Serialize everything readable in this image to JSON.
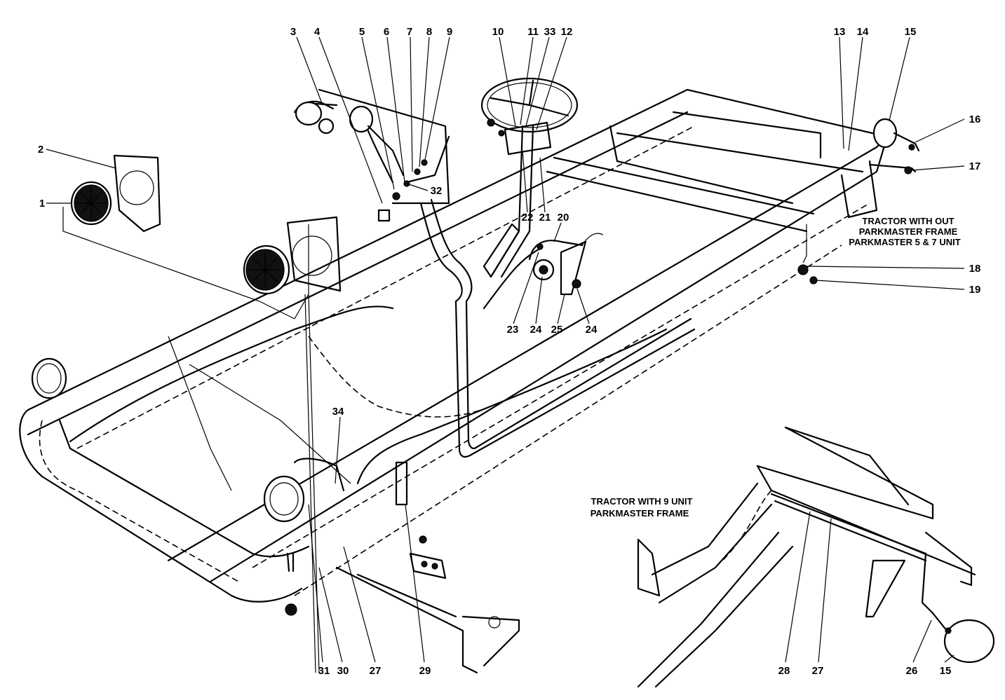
{
  "captions": {
    "without_parkmaster_line1": "TRACTOR WITH OUT",
    "without_parkmaster_line2": "PARKMASTER FRAME",
    "without_parkmaster_line3": "PARKMASTER 5 & 7 UNIT",
    "with_9_unit_line1": "TRACTOR WITH 9 UNIT",
    "with_9_unit_line2": "PARKMASTER FRAME"
  },
  "callouts": [
    {
      "label": "1"
    },
    {
      "label": "2"
    },
    {
      "label": "3"
    },
    {
      "label": "4"
    },
    {
      "label": "5"
    },
    {
      "label": "6"
    },
    {
      "label": "7"
    },
    {
      "label": "8"
    },
    {
      "label": "9"
    },
    {
      "label": "10"
    },
    {
      "label": "11"
    },
    {
      "label": "33"
    },
    {
      "label": "12"
    },
    {
      "label": "13"
    },
    {
      "label": "14"
    },
    {
      "label": "15"
    },
    {
      "label": "16"
    },
    {
      "label": "17"
    },
    {
      "label": "18"
    },
    {
      "label": "19"
    },
    {
      "label": "32"
    },
    {
      "label": "22"
    },
    {
      "label": "21"
    },
    {
      "label": "20"
    },
    {
      "label": "23"
    },
    {
      "label": "24"
    },
    {
      "label": "25"
    },
    {
      "label": "24"
    },
    {
      "label": "34"
    },
    {
      "label": "31"
    },
    {
      "label": "30"
    },
    {
      "label": "27"
    },
    {
      "label": "29"
    },
    {
      "label": "28"
    },
    {
      "label": "27"
    },
    {
      "label": "26"
    },
    {
      "label": "15"
    }
  ]
}
